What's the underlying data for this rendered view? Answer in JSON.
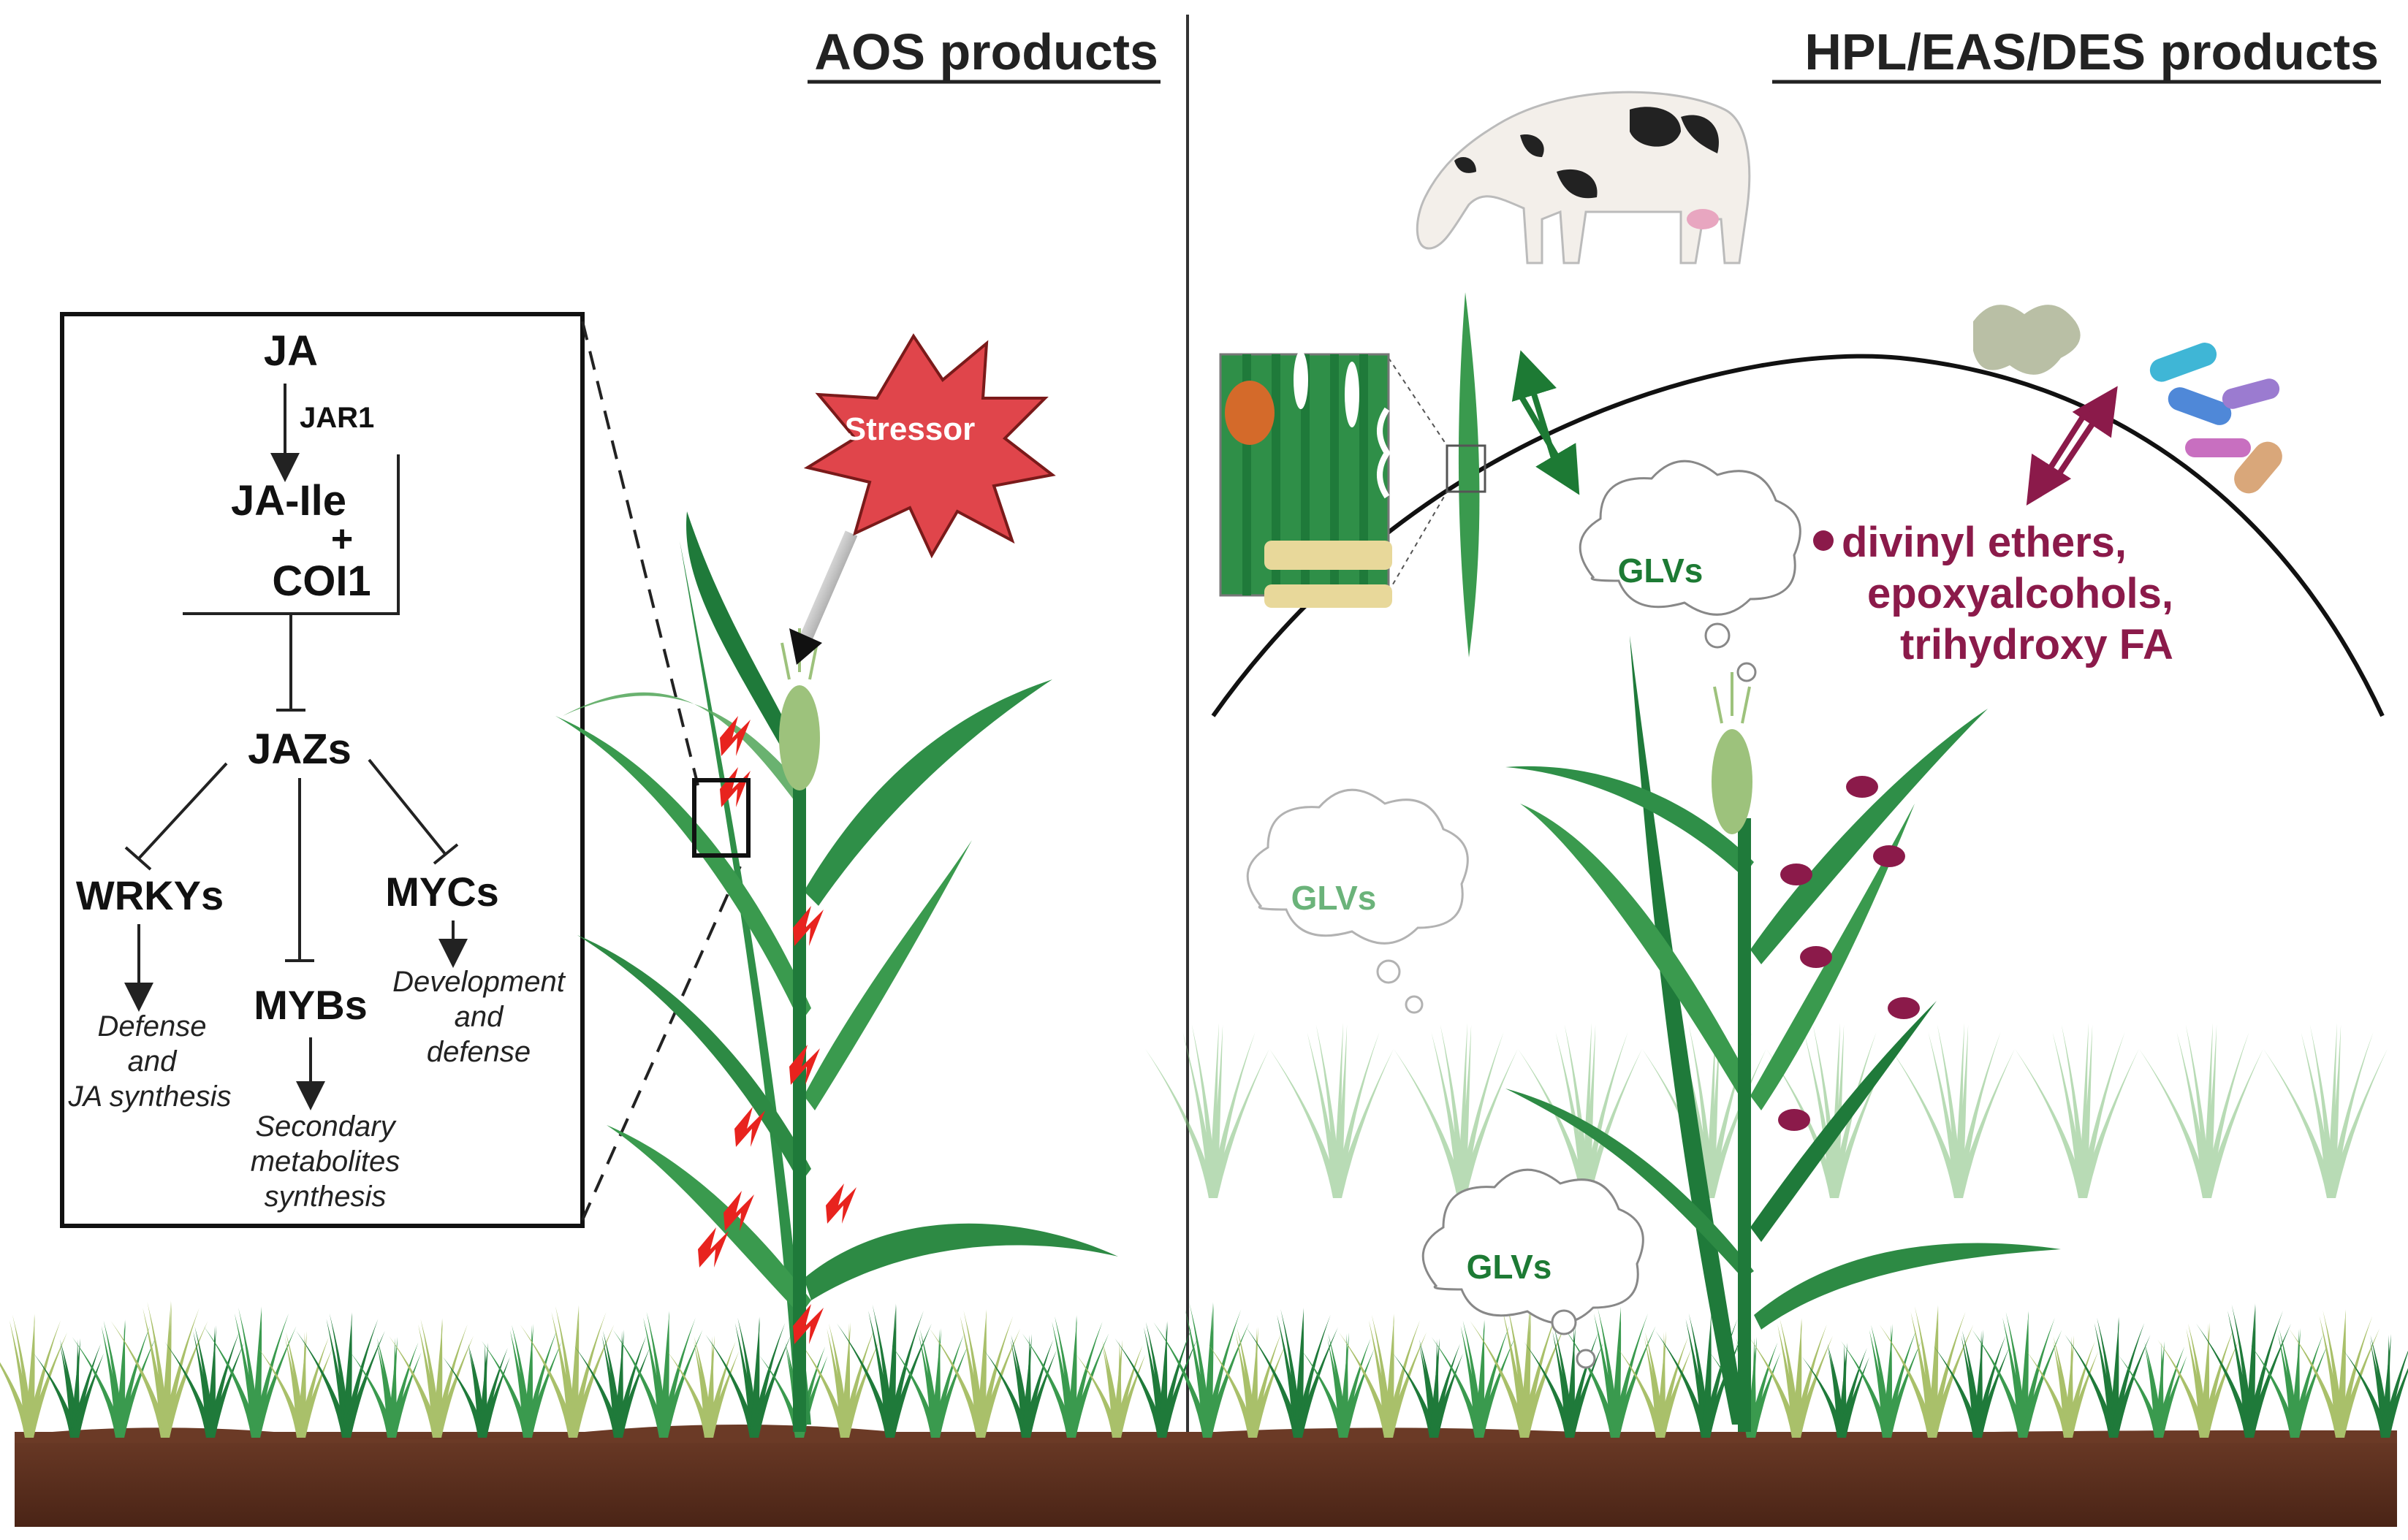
{
  "panels": {
    "left_title": "AOS products",
    "right_title": "HPL/EAS/DES products"
  },
  "pathway": {
    "ja": "JA",
    "jar1": "JAR1",
    "ja_ile": "JA-Ile",
    "plus": "+",
    "coi1": "COI1",
    "jazs": "JAZs",
    "wrkys": "WRKYs",
    "mycs": "MYCs",
    "mybs": "MYBs",
    "wrky_out_1": "Defense",
    "wrky_out_2": "and",
    "wrky_out_3": "JA synthesis",
    "myc_out_1": "Development",
    "myc_out_2": "and",
    "myc_out_3": "defense",
    "myb_out_1": "Secondary",
    "myb_out_2": "metabolites",
    "myb_out_3": "synthesis"
  },
  "stressor": {
    "label": "Stressor"
  },
  "glvs": {
    "cloud_top": "GLVs",
    "cloud_left": "GLVs",
    "cloud_bottom": "GLVs"
  },
  "products": {
    "line1": "divinyl ethers,",
    "line2": "epoxyalcohols,",
    "line3": "trihydroxy FA"
  },
  "colors": {
    "plant_dark": "#1f7a3a",
    "plant_mid": "#3a9a4e",
    "plant_light": "#8fc08a",
    "damage_red": "#e8231e",
    "stressor_red": "#e0454b",
    "product_maroon": "#8b1a4a",
    "soil": "#5a2f1f",
    "glv_green": "#1d7a34"
  }
}
